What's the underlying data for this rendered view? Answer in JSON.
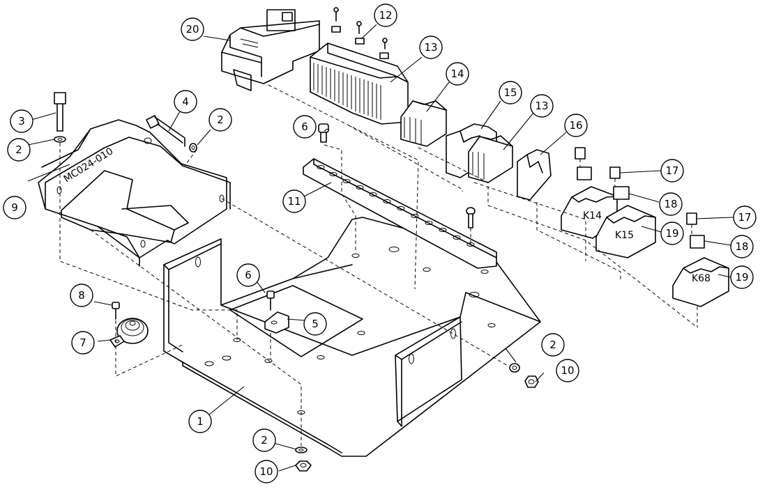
{
  "drawing": {
    "part_marking": "MC024-010",
    "relay_labels": [
      "K14",
      "K15",
      "K68"
    ],
    "callouts": [
      "1",
      "2",
      "3",
      "4",
      "5",
      "6",
      "7",
      "8",
      "9",
      "10",
      "11",
      "12",
      "13",
      "14",
      "15",
      "16",
      "17",
      "18",
      "19",
      "20"
    ]
  }
}
